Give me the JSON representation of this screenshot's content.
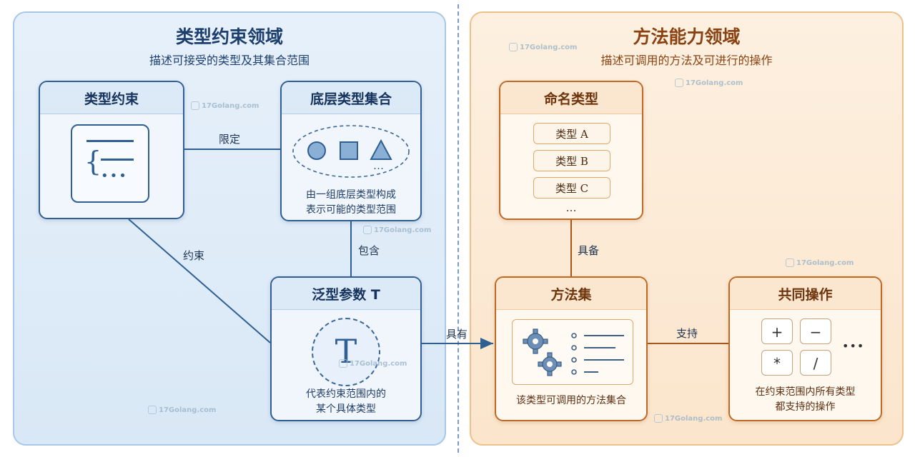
{
  "left_domain": {
    "title": "类型约束领域",
    "subtitle": "描述可接受的类型及其集合范围"
  },
  "right_domain": {
    "title": "方法能力领域",
    "subtitle": "描述可调用的方法及可进行的操作"
  },
  "nodes": {
    "type_constraint": {
      "title": "类型约束",
      "glyph_brace": "{",
      "glyph_dots": "•••"
    },
    "underlying_set": {
      "title": "底层类型集合",
      "ellipsis": "…",
      "desc_line1": "由一组底层类型构成",
      "desc_line2": "表示可能的类型范围"
    },
    "generic_param": {
      "title": "泛型参数 T",
      "symbol": "T",
      "desc_line1": "代表约束范围内的",
      "desc_line2": "某个具体类型"
    },
    "named_types": {
      "title": "命名类型",
      "items": [
        "类型 A",
        "类型 B",
        "类型 C"
      ],
      "ellipsis": "…"
    },
    "method_set": {
      "title": "方法集",
      "desc": "该类型可调用的方法集合"
    },
    "common_ops": {
      "title": "共同操作",
      "ops": [
        "+",
        "−",
        "*",
        "/"
      ],
      "ellipsis": "•••",
      "desc_line1": "在约束范围内所有类型",
      "desc_line2": "都支持的操作"
    }
  },
  "edges": {
    "restrict": "限定",
    "constrain": "约束",
    "contain": "包含",
    "has": "具有",
    "possess": "具备",
    "support": "支持"
  },
  "watermark": "17Golang.com",
  "colors": {
    "blue_border": "#2f5f93",
    "orange_border": "#bf6a24",
    "blue_panel": "#e6f0fa",
    "orange_panel": "#fdf0e0"
  }
}
